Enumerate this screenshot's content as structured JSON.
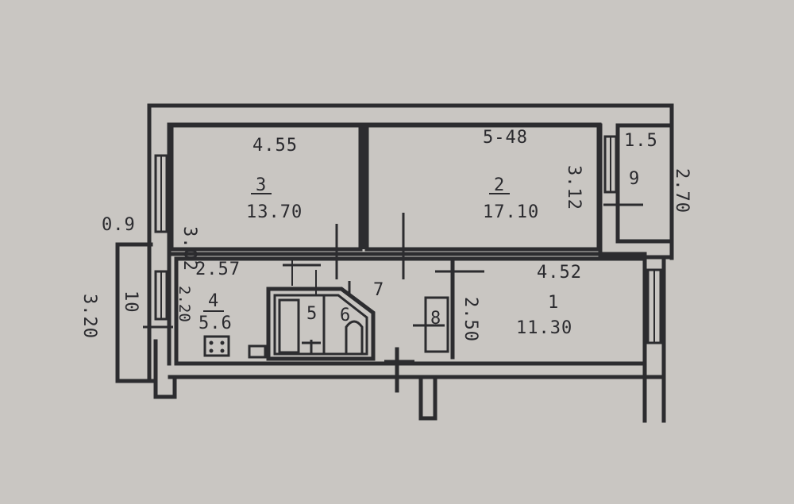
{
  "floor_plan": {
    "rooms": [
      {
        "number": "1",
        "area": "11.30",
        "width": "4.52",
        "depth": "2.50"
      },
      {
        "number": "2",
        "area": "17.10",
        "width": "5-48",
        "depth": "3.12"
      },
      {
        "number": "3",
        "area": "13.70",
        "width": "4.55",
        "depth": "3.02"
      },
      {
        "number": "4",
        "area": "5.6",
        "width": "2.57",
        "depth": "2.20"
      },
      {
        "number": "5"
      },
      {
        "number": "6"
      },
      {
        "number": "7"
      },
      {
        "number": "8"
      },
      {
        "number": "9",
        "width": "1.5",
        "depth": "2.70"
      },
      {
        "number": "10",
        "width": "0.9",
        "depth": "3.20"
      }
    ]
  },
  "labels": {
    "r3_width": "4.55",
    "r3_depth": "3.02",
    "r3_number": "3",
    "r3_area": "13.70",
    "r2_width": "5-48",
    "r2_depth": "3.12",
    "r2_number": "2",
    "r2_area": "17.10",
    "r9_width": "1.5",
    "r9_number": "9",
    "r9_depth": "2.70",
    "r10_width": "0.9",
    "r10_number": "10",
    "r10_depth": "3.20",
    "r4_width": "2.57",
    "r4_depth": "2.20",
    "r4_number": "4",
    "r4_area": "5.6",
    "r5_number": "5",
    "r6_number": "6",
    "r7_number": "7",
    "r8_number": "8",
    "r1_width": "4.52",
    "r1_depth": "2.50",
    "r1_number": "1",
    "r1_area": "11.30"
  }
}
